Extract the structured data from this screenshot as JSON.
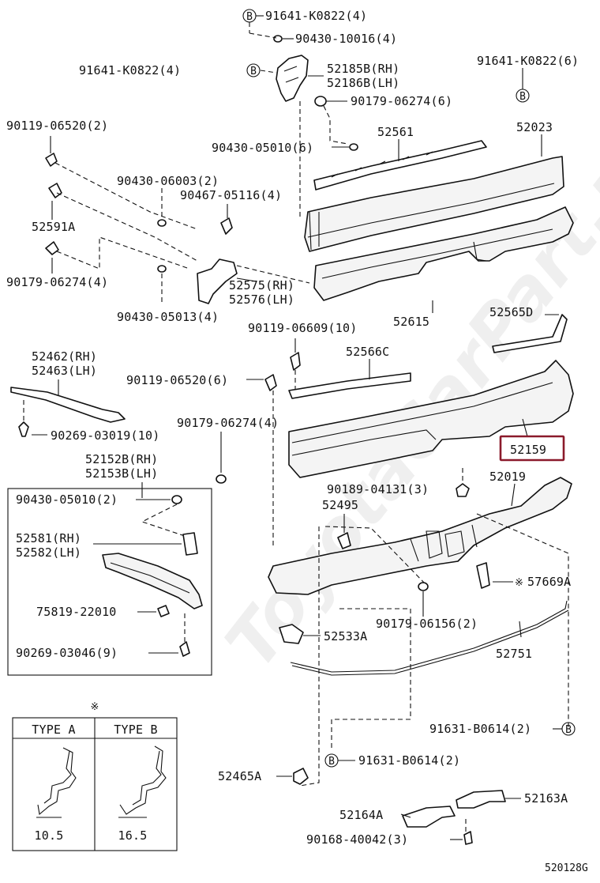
{
  "diagram": {
    "watermark": "ToyotaCarPart.ru",
    "catalog_code": "520128G",
    "bolt_symbol": "B",
    "clip_symbol": "※",
    "labels": {
      "l01": "91641-K0822(4)",
      "l02": "90430-10016(4)",
      "l03": "91641-K0822(4)",
      "l04": "52185B(RH)",
      "l05": "52186B(LH)",
      "l06": "91641-K0822(6)",
      "l07": "90179-06274(6)",
      "l08": "90119-06520(2)",
      "l09": "52561",
      "l10": "52023",
      "l11": "90430-05010(6)",
      "l12": "90430-06003(2)",
      "l13": "90467-05116(4)",
      "l14": "52591A",
      "l15": "90179-06274(4)",
      "l16": "52575(RH)",
      "l17": "52576(LH)",
      "l18": "90430-05013(4)",
      "l19": "52615",
      "l20": "52565D",
      "l21": "90119-06609(10)",
      "l22": "52462(RH)",
      "l23": "52463(LH)",
      "l24": "52566C",
      "l25": "90119-06520(6)",
      "l26": "90269-03019(10)",
      "l27": "90179-06274(4)",
      "l28": "52159",
      "l29": "52152B(RH)",
      "l30": "52153B(LH)",
      "l31": "90189-04131(3)",
      "l32": "52019",
      "l33": "90430-05010(2)",
      "l34": "52495",
      "l35": "52581(RH)",
      "l36": "52582(LH)",
      "l37": "57669A",
      "l38": "75819-22010",
      "l39": "90179-06156(2)",
      "l40": "52533A",
      "l41": "52751",
      "l42": "90269-03046(9)",
      "l43": "91631-B0614(2)",
      "l44": "91631-B0614(2)",
      "l45": "52465A",
      "l46": "52163A",
      "l47": "52164A",
      "l48": "90168-40042(3)"
    },
    "type_box": {
      "type_a": "TYPE A",
      "type_b": "TYPE B",
      "dim_a": "10.5",
      "dim_b": "16.5"
    }
  }
}
